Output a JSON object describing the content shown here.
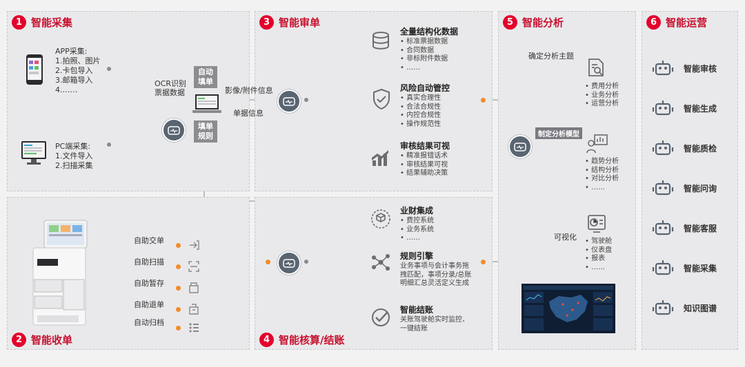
{
  "sections": [
    {
      "num": "1",
      "title": "智能采集"
    },
    {
      "num": "2",
      "title": "智能收单"
    },
    {
      "num": "3",
      "title": "智能审单"
    },
    {
      "num": "4",
      "title": "智能核算/结账"
    },
    {
      "num": "5",
      "title": "智能分析"
    },
    {
      "num": "6",
      "title": "智能运营"
    }
  ],
  "collect": {
    "app_title": "APP采集:",
    "app_items": [
      "1.拍照、图片",
      "2.卡包导入",
      "3.邮箱导入",
      "4.……"
    ],
    "pc_title": "PC端采集:",
    "pc_items": [
      "1.文件导入",
      "2.扫描采集"
    ],
    "ocr_label": [
      "OCR识别",
      "票据数据"
    ],
    "auto_fill": [
      "自动",
      "填单"
    ],
    "fill_rule": [
      "填单",
      "规则"
    ]
  },
  "receive": {
    "actions": [
      "自助交单",
      "自助扫描",
      "自助暂存",
      "自助退单",
      "自动归档"
    ]
  },
  "review": {
    "image_label": "影像/附件信息",
    "doc_label": "单据信息",
    "groups": [
      {
        "title": "全量结构化数据",
        "items": [
          "标准票据数据",
          "合同数据",
          "非标附件数据",
          "……"
        ]
      },
      {
        "title": "风险自动管控",
        "items": [
          "真实合理性",
          "合法合规性",
          "内控合规性",
          "操作规范性"
        ]
      },
      {
        "title": "审核结果可视",
        "items": [
          "精准报错话术",
          "审核结果可视",
          "结果辅助决策"
        ]
      }
    ]
  },
  "accounting": {
    "groups": [
      {
        "title": "业财集成",
        "items": [
          "费控系统",
          "业务系统",
          "……"
        ]
      },
      {
        "title": "规则引擎",
        "desc": [
          "业务事项与会计事务拖",
          "拽匹配，事项分录/总账",
          "明细汇总灵活定义生成"
        ]
      },
      {
        "title": "智能结账",
        "desc": [
          "关账驾驶舱实时监控、",
          "一键结账"
        ]
      }
    ]
  },
  "analysis": {
    "theme_label": "确定分析主题",
    "model_label": "制定分析模型",
    "visual_label": "可视化",
    "groups": [
      {
        "items": [
          "费用分析",
          "业务分析",
          "运营分析"
        ]
      },
      {
        "items": [
          "趋势分析",
          "结构分析",
          "对比分析",
          "……"
        ]
      },
      {
        "items": [
          "驾驶舱",
          "仪表盘",
          "报表",
          "……"
        ]
      }
    ]
  },
  "operations": {
    "items": [
      "智能审核",
      "智能生成",
      "智能质检",
      "智能问询",
      "智能客服",
      "智能采集",
      "知识图谱"
    ]
  },
  "colors": {
    "accent": "#e3002b",
    "orange": "#f28c28",
    "panel": "#e9e9eb",
    "robot": "#5a6572"
  }
}
